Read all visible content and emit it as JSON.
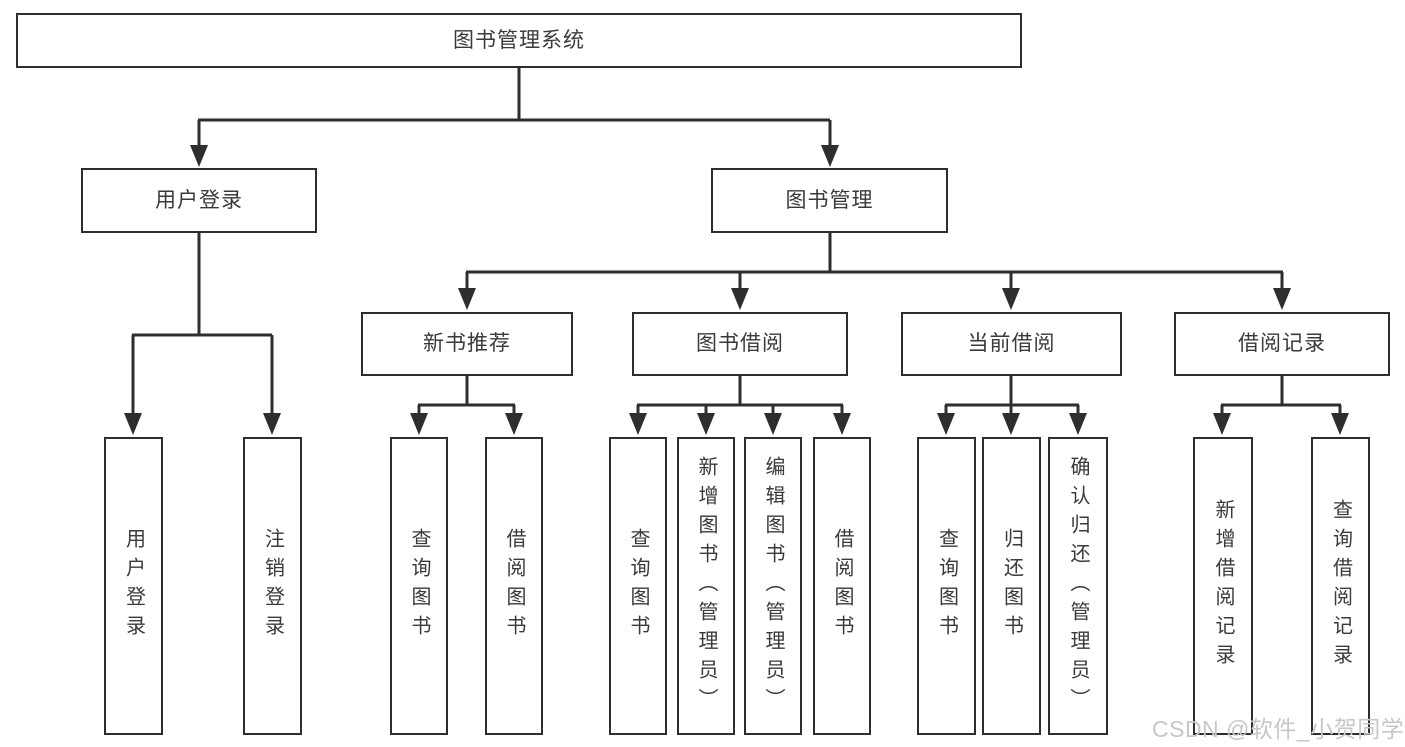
{
  "colors": {
    "background": "#ffffff",
    "line": "#2e2e2e",
    "box_border": "#2e2e2e",
    "text": "#3a3a3a",
    "watermark": "#c7c7c7"
  },
  "tree": {
    "root": {
      "label": "图书管理系统"
    },
    "branches": [
      {
        "label": "用户登录",
        "children": [
          {
            "label": "用户登录"
          },
          {
            "label": "注销登录"
          }
        ]
      },
      {
        "label": "图书管理",
        "children": [
          {
            "label": "新书推荐",
            "children": [
              {
                "label": "查询图书"
              },
              {
                "label": "借阅图书"
              }
            ]
          },
          {
            "label": "图书借阅",
            "children": [
              {
                "label": "查询图书"
              },
              {
                "label": "新增图书（管理员）"
              },
              {
                "label": "编辑图书（管理员）"
              },
              {
                "label": "借阅图书"
              }
            ]
          },
          {
            "label": "当前借阅",
            "children": [
              {
                "label": "查询图书"
              },
              {
                "label": "归还图书"
              },
              {
                "label": "确认归还（管理员）"
              }
            ]
          },
          {
            "label": "借阅记录",
            "children": [
              {
                "label": "新增借阅记录"
              },
              {
                "label": "查询借阅记录"
              }
            ]
          }
        ]
      }
    ]
  },
  "watermark": {
    "text": "CSDN @软件_小贺同学"
  }
}
